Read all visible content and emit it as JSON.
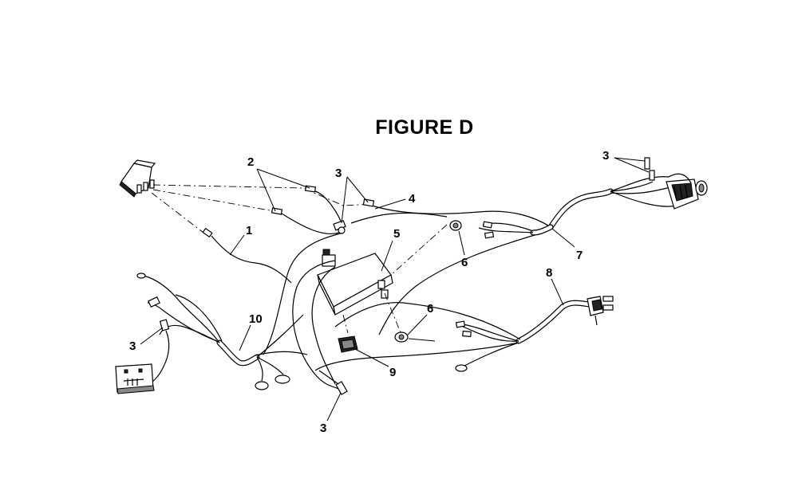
{
  "figure": {
    "title": "FIGURE D"
  },
  "callouts": [
    {
      "id": "c2",
      "label": "2"
    },
    {
      "id": "c3a",
      "label": "3"
    },
    {
      "id": "c4",
      "label": "4"
    },
    {
      "id": "c1",
      "label": "1"
    },
    {
      "id": "c5",
      "label": "5"
    },
    {
      "id": "c6a",
      "label": "6"
    },
    {
      "id": "c7",
      "label": "7"
    },
    {
      "id": "c3b",
      "label": "3"
    },
    {
      "id": "c8",
      "label": "8"
    },
    {
      "id": "c6b",
      "label": "6"
    },
    {
      "id": "c10",
      "label": "10"
    },
    {
      "id": "c3c",
      "label": "3"
    },
    {
      "id": "c9",
      "label": "9"
    },
    {
      "id": "c3d",
      "label": "3"
    }
  ],
  "colors": {
    "ink": "#000000",
    "background": "#ffffff"
  }
}
